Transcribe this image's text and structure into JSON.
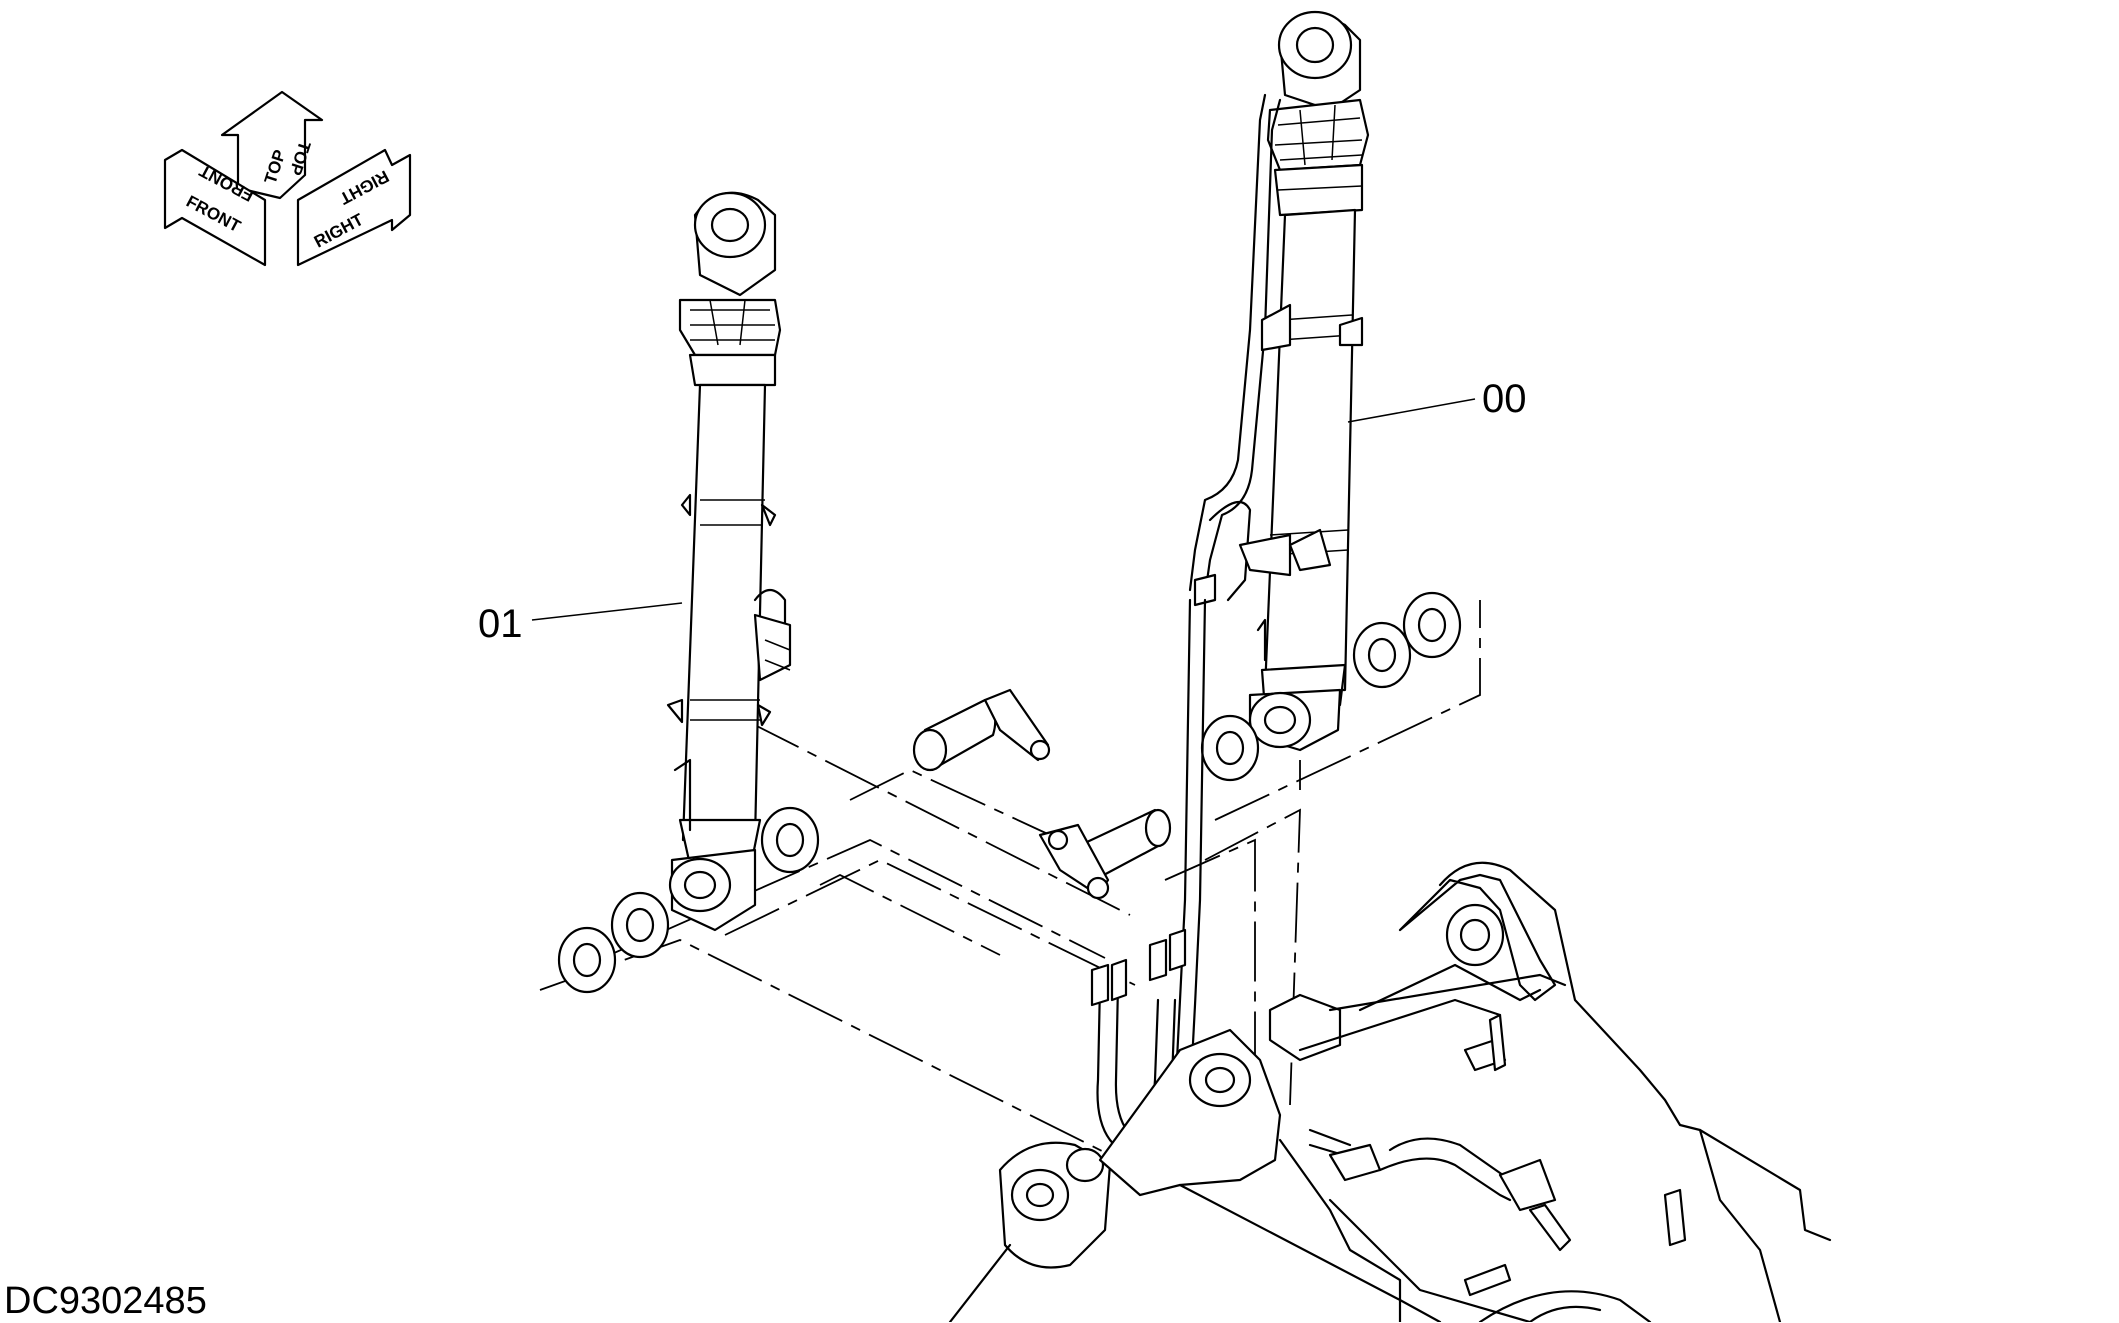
{
  "drawing": {
    "id": "DC9302485",
    "part_labels": {
      "cylinder_00": "00",
      "cylinder_01": "01"
    },
    "orientation": {
      "front": "FRONT",
      "top": "TOP",
      "right": "RIGHT"
    }
  }
}
